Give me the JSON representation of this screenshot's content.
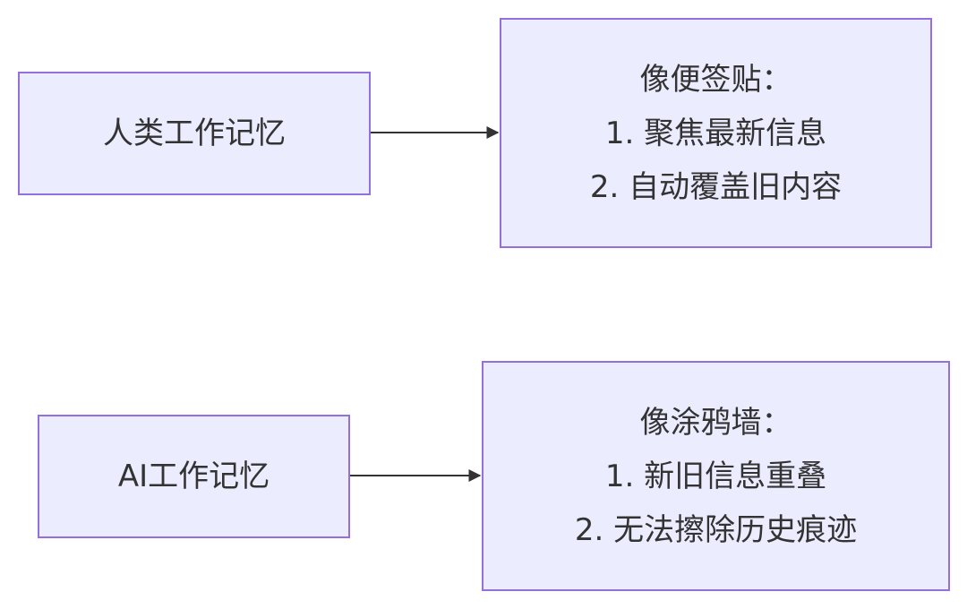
{
  "nodes": {
    "human_memory": {
      "label": "人类工作记忆"
    },
    "human_desc": {
      "lines": [
        "像便签贴：",
        "1. 聚焦最新信息",
        "2. 自动覆盖旧内容"
      ]
    },
    "ai_memory": {
      "label": "AI工作记忆"
    },
    "ai_desc": {
      "lines": [
        "像涂鸦墙：",
        "1. 新旧信息重叠",
        "2. 无法擦除历史痕迹"
      ]
    }
  },
  "edges": [
    {
      "from": "human_memory",
      "to": "human_desc"
    },
    {
      "from": "ai_memory",
      "to": "ai_desc"
    }
  ],
  "colors": {
    "node_fill": "#ececff",
    "node_border": "#9370db",
    "edge": "#333333",
    "text": "#333333"
  }
}
